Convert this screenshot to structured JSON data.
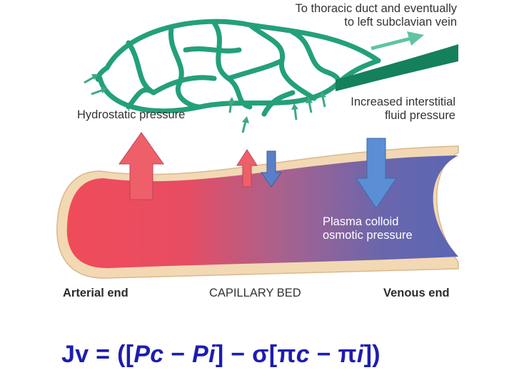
{
  "labels": {
    "duct_line1": "To thoracic duct and eventually",
    "duct_line2": "to left subclavian vein",
    "hydrostatic": "Hydrostatic pressure",
    "interstitial_line1": "Increased interstitial",
    "interstitial_line2": "fluid pressure",
    "plasma_line1": "Plasma colloid",
    "plasma_line2": "osmotic pressure",
    "arterial_end": "Arterial end",
    "capillary_bed": "CAPILLARY BED",
    "venous_end": "Venous end"
  },
  "equation": {
    "p1": "Jv = ([",
    "pc": "Pc",
    "p2": " − ",
    "pi": "Pi",
    "p3": "] − σ[π",
    "c": "c",
    "p4": " − π",
    "i": "i",
    "p5": "])"
  },
  "colors": {
    "lymph": "#23a07a",
    "lymph_dark": "#15805c",
    "arterial": "#ef4c5a",
    "venous": "#5a66b4",
    "vessel_wall": "#f3d8b4",
    "equation": "#1d1db0"
  }
}
